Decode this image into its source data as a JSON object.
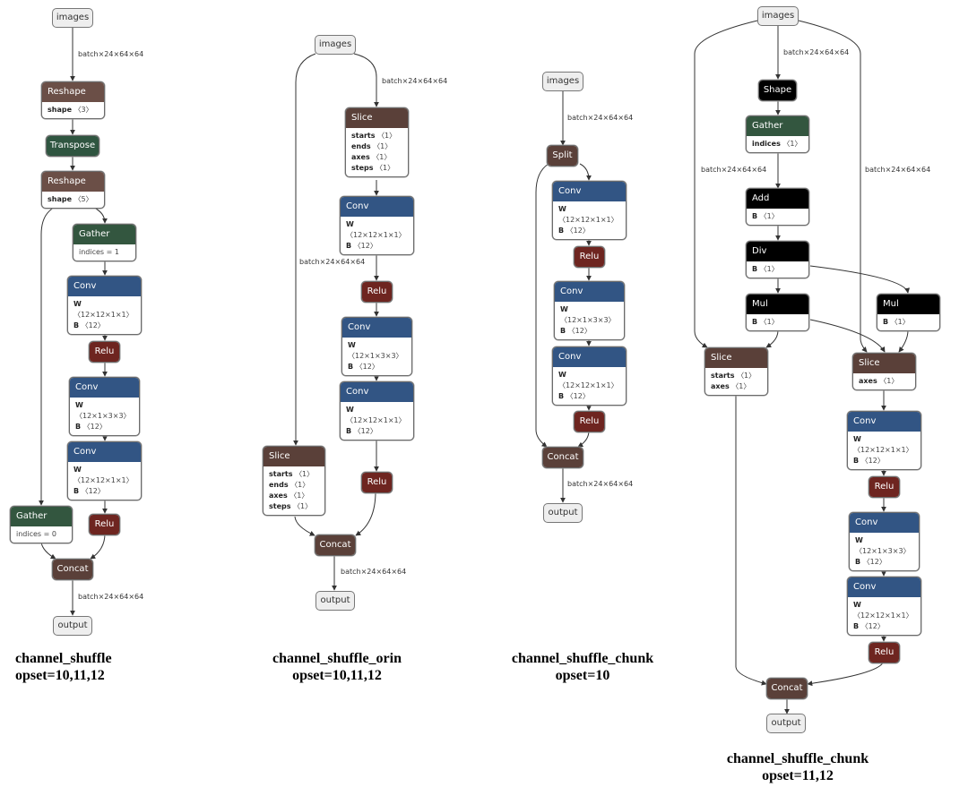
{
  "colors": {
    "reshape": "#6b4f47",
    "slice": "#5a4039",
    "transpose": "#2f5540",
    "gather": "#33563f",
    "conv": "#325584",
    "relu": "#6e2520",
    "concat": "#5a4039",
    "split": "#5a4039",
    "shape_ops": "#000000",
    "io_fill": "#eeeeee",
    "edge": "#333333"
  },
  "graphs": [
    {
      "id": "g1",
      "caption_line1": "channel_shuffle",
      "caption_line2": "opset=10,11,12",
      "nodes": {
        "images": "images",
        "reshape1": {
          "op": "Reshape",
          "attrs": [
            {
              "k": "shape",
              "v": "〈3〉"
            }
          ]
        },
        "transpose": {
          "op": "Transpose"
        },
        "reshape2": {
          "op": "Reshape",
          "attrs": [
            {
              "k": "shape",
              "v": "〈5〉"
            }
          ]
        },
        "gather1": {
          "op": "Gather",
          "attrs": [
            {
              "k": "",
              "v": "indices = 1"
            }
          ]
        },
        "conv1": {
          "op": "Conv",
          "attrs": [
            {
              "k": "W",
              "v": "〈12×12×1×1〉"
            },
            {
              "k": "B",
              "v": "〈12〉"
            }
          ]
        },
        "relu1": {
          "op": "Relu"
        },
        "conv2": {
          "op": "Conv",
          "attrs": [
            {
              "k": "W",
              "v": "〈12×1×3×3〉"
            },
            {
              "k": "B",
              "v": "〈12〉"
            }
          ]
        },
        "conv3": {
          "op": "Conv",
          "attrs": [
            {
              "k": "W",
              "v": "〈12×12×1×1〉"
            },
            {
              "k": "B",
              "v": "〈12〉"
            }
          ]
        },
        "gather0": {
          "op": "Gather",
          "attrs": [
            {
              "k": "",
              "v": "indices = 0"
            }
          ]
        },
        "relu2": {
          "op": "Relu"
        },
        "concat": {
          "op": "Concat"
        },
        "output": "output"
      },
      "edge_labels": [
        "batch×24×64×64",
        "batch×24×64×64"
      ]
    },
    {
      "id": "g2",
      "caption_line1": "channel_shuffle_orin",
      "caption_line2": "opset=10,11,12",
      "nodes": {
        "images": "images",
        "slice1": {
          "op": "Slice",
          "attrs": [
            {
              "k": "starts",
              "v": "〈1〉"
            },
            {
              "k": "ends",
              "v": "〈1〉"
            },
            {
              "k": "axes",
              "v": "〈1〉"
            },
            {
              "k": "steps",
              "v": "〈1〉"
            }
          ]
        },
        "conv1": {
          "op": "Conv",
          "attrs": [
            {
              "k": "W",
              "v": "〈12×12×1×1〉"
            },
            {
              "k": "B",
              "v": "〈12〉"
            }
          ]
        },
        "relu1": {
          "op": "Relu"
        },
        "conv2": {
          "op": "Conv",
          "attrs": [
            {
              "k": "W",
              "v": "〈12×1×3×3〉"
            },
            {
              "k": "B",
              "v": "〈12〉"
            }
          ]
        },
        "conv3": {
          "op": "Conv",
          "attrs": [
            {
              "k": "W",
              "v": "〈12×12×1×1〉"
            },
            {
              "k": "B",
              "v": "〈12〉"
            }
          ]
        },
        "slice2": {
          "op": "Slice",
          "attrs": [
            {
              "k": "starts",
              "v": "〈1〉"
            },
            {
              "k": "ends",
              "v": "〈1〉"
            },
            {
              "k": "axes",
              "v": "〈1〉"
            },
            {
              "k": "steps",
              "v": "〈1〉"
            }
          ]
        },
        "relu2": {
          "op": "Relu"
        },
        "concat": {
          "op": "Concat"
        },
        "output": "output"
      },
      "edge_labels": [
        "batch×24×64×64",
        "batch×24×64×64",
        "batch×24×64×64"
      ]
    },
    {
      "id": "g3",
      "caption_line1": "channel_shuffle_chunk",
      "caption_line2": "opset=10",
      "nodes": {
        "images": "images",
        "split": {
          "op": "Split"
        },
        "conv1": {
          "op": "Conv",
          "attrs": [
            {
              "k": "W",
              "v": "〈12×12×1×1〉"
            },
            {
              "k": "B",
              "v": "〈12〉"
            }
          ]
        },
        "relu1": {
          "op": "Relu"
        },
        "conv2": {
          "op": "Conv",
          "attrs": [
            {
              "k": "W",
              "v": "〈12×1×3×3〉"
            },
            {
              "k": "B",
              "v": "〈12〉"
            }
          ]
        },
        "conv3": {
          "op": "Conv",
          "attrs": [
            {
              "k": "W",
              "v": "〈12×12×1×1〉"
            },
            {
              "k": "B",
              "v": "〈12〉"
            }
          ]
        },
        "relu2": {
          "op": "Relu"
        },
        "concat": {
          "op": "Concat"
        },
        "output": "output"
      },
      "edge_labels": [
        "batch×24×64×64",
        "batch×24×64×64"
      ]
    },
    {
      "id": "g4",
      "caption_line1": "channel_shuffle_chunk",
      "caption_line2": "opset=11,12",
      "nodes": {
        "images": "images",
        "shape": {
          "op": "Shape"
        },
        "gather": {
          "op": "Gather",
          "attrs": [
            {
              "k": "indices",
              "v": "〈1〉"
            }
          ]
        },
        "add": {
          "op": "Add",
          "attrs": [
            {
              "k": "B",
              "v": "〈1〉"
            }
          ]
        },
        "div": {
          "op": "Div",
          "attrs": [
            {
              "k": "B",
              "v": "〈1〉"
            }
          ]
        },
        "mul1": {
          "op": "Mul",
          "attrs": [
            {
              "k": "B",
              "v": "〈1〉"
            }
          ]
        },
        "mul2": {
          "op": "Mul",
          "attrs": [
            {
              "k": "B",
              "v": "〈1〉"
            }
          ]
        },
        "slice1": {
          "op": "Slice",
          "attrs": [
            {
              "k": "starts",
              "v": "〈1〉"
            },
            {
              "k": "axes",
              "v": "〈1〉"
            }
          ]
        },
        "slice2": {
          "op": "Slice",
          "attrs": [
            {
              "k": "axes",
              "v": "〈1〉"
            }
          ]
        },
        "conv1": {
          "op": "Conv",
          "attrs": [
            {
              "k": "W",
              "v": "〈12×12×1×1〉"
            },
            {
              "k": "B",
              "v": "〈12〉"
            }
          ]
        },
        "relu1": {
          "op": "Relu"
        },
        "conv2": {
          "op": "Conv",
          "attrs": [
            {
              "k": "W",
              "v": "〈12×1×3×3〉"
            },
            {
              "k": "B",
              "v": "〈12〉"
            }
          ]
        },
        "conv3": {
          "op": "Conv",
          "attrs": [
            {
              "k": "W",
              "v": "〈12×12×1×1〉"
            },
            {
              "k": "B",
              "v": "〈12〉"
            }
          ]
        },
        "relu2": {
          "op": "Relu"
        },
        "concat": {
          "op": "Concat"
        },
        "output": "output"
      },
      "edge_labels": [
        "batch×24×64×64",
        "batch×24×64×64",
        "batch×24×64×64"
      ]
    }
  ]
}
